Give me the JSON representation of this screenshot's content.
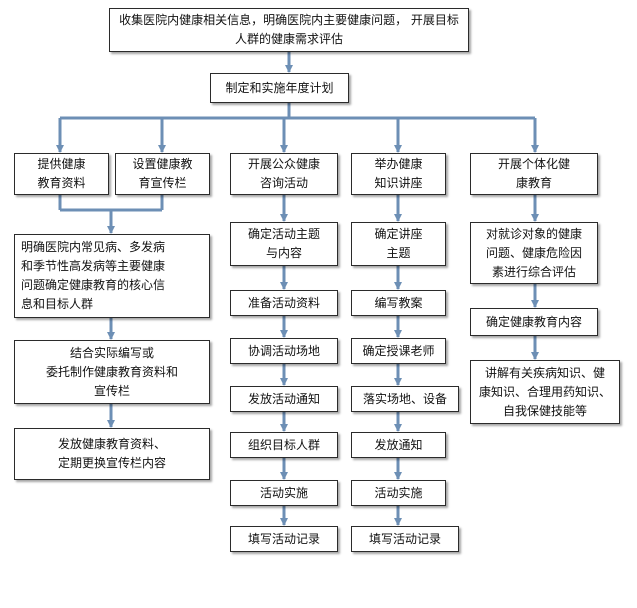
{
  "colors": {
    "arrow": "#6d8fb5",
    "border": "#2b2b2b",
    "background": "#ffffff",
    "text": "#111111"
  },
  "nodes": {
    "top": "收集医院内健康相关信息，明确医院内主要健康问题，  开展目标人群的健康需求评估",
    "plan": "制定和实施年度计划",
    "c1_head": "提供健康\n教育资料",
    "c2_head": "设置健康教\n育宣传栏",
    "c3_head": "开展公众健康\n咨询活动",
    "c4_head": "举办健康\n知识讲座",
    "c5_head": "开展个体化健\n康教育",
    "c12_s1": "明确医院内常见病、多发病\n和季节性高发病等主要健康\n问题确定健康教育的核心信\n息和目标人群",
    "c12_s2": "结合实际编写或\n委托制作健康教育资料和\n宣传栏",
    "c12_s3": "发放健康教育资料、\n定期更换宣传栏内容",
    "c3_s1": "确定活动主题\n与内容",
    "c3_s2": "准备活动资料",
    "c3_s3": "协调活动场地",
    "c3_s4": "发放活动通知",
    "c3_s5": "组织目标人群",
    "c3_s6": "活动实施",
    "c3_s7": "填写活动记录",
    "c4_s1": "确定讲座\n主题",
    "c4_s2": "编写教案",
    "c4_s3": "确定授课老师",
    "c4_s4": "落实场地、设备",
    "c4_s5": "发放通知",
    "c4_s6": "活动实施",
    "c4_s7": "填写活动记录",
    "c5_s1": "对就诊对象的健康\n问题、健康危险因\n素进行综合评估",
    "c5_s2": "确定健康教育内容",
    "c5_s3": "讲解有关疾病知识、健\n康知识、合理用药知识、\n自我保健技能等"
  }
}
